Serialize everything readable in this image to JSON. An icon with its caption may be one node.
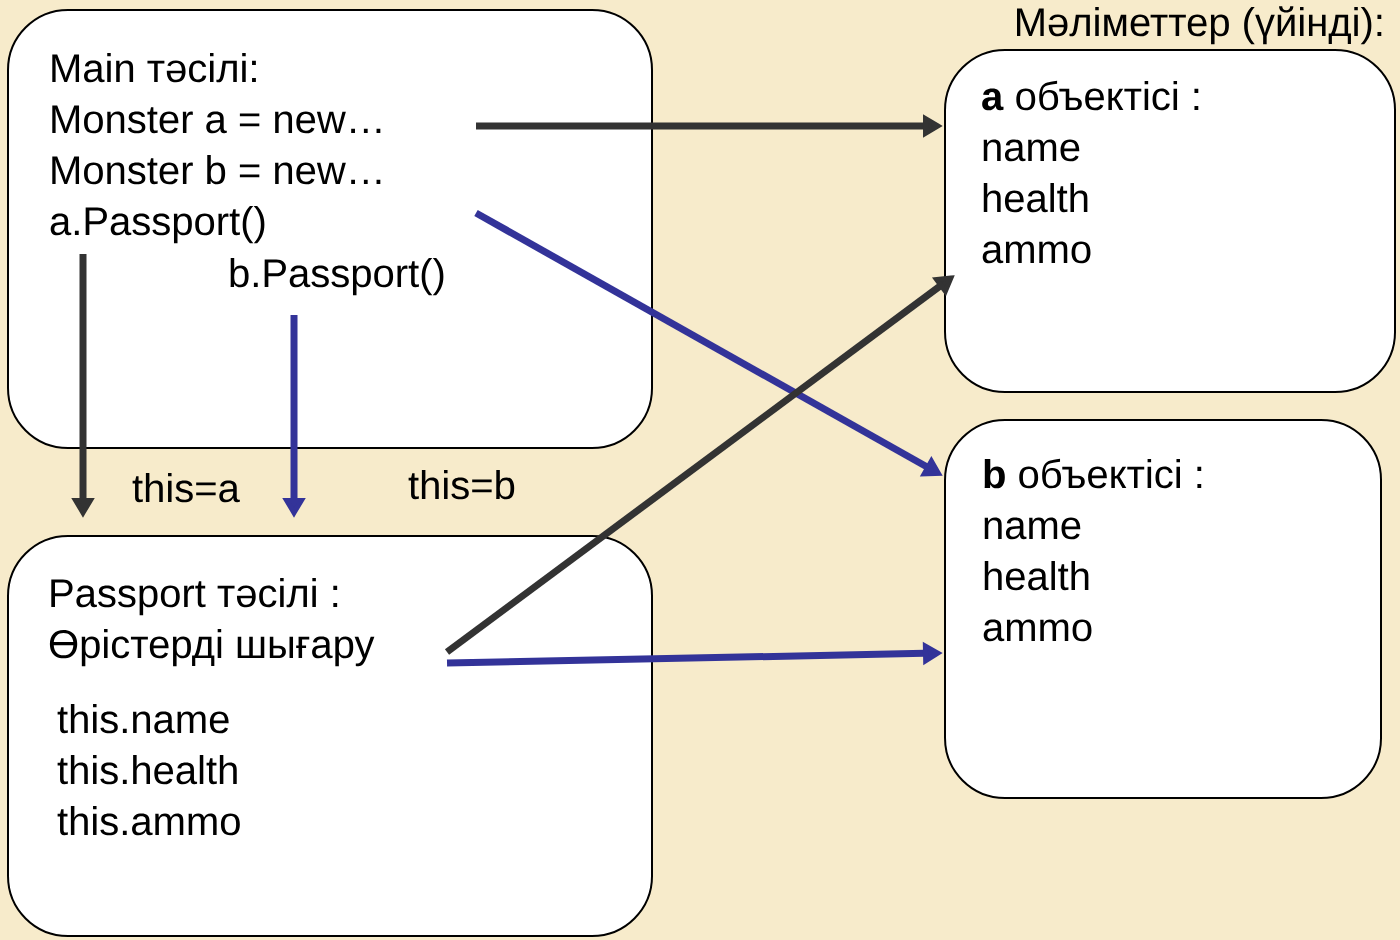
{
  "diagram": {
    "nodes": [
      {
        "text": [
          "Main тәсілі:",
          "Monster a = new…",
          "Monster b = new…",
          "a.Passport()",
          "b.Passport()"
        ]
      },
      {
        "text": [
          "Passport тәсілі :",
          "Өрістерді шығару",
          "this.name",
          "this.health",
          "this.ammo"
        ]
      },
      {
        "text": [
          "**a** объектісі :",
          "name",
          "health",
          "ammo"
        ]
      },
      {
        "text": [
          "**b** объектісі :",
          "name",
          "health",
          "ammo"
        ]
      }
    ],
    "edges": [
      {
        "from": 0,
        "to": 2,
        "arrow": "to"
      },
      {
        "from": 0,
        "to": 3,
        "arrow": "to",
        "color": "#333399"
      },
      {
        "from": 0,
        "to": 1,
        "arrow": "to"
      },
      {
        "from": 0,
        "to": 1,
        "arrow": "to",
        "color": "#333399"
      },
      {
        "from": 1,
        "to": 2,
        "arrow": "to"
      },
      {
        "from": 1,
        "to": 3,
        "arrow": "to",
        "color": "#333399"
      }
    ],
    "labels": [
      "Мәліметтер (үйінді):",
      "this=a",
      "this=b"
    ]
  }
}
